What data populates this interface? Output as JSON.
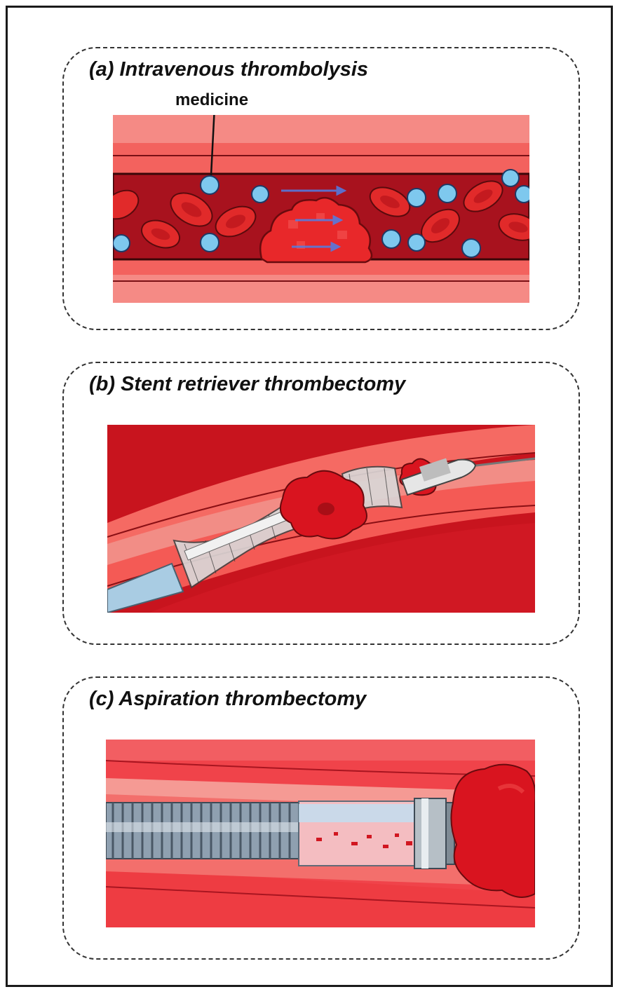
{
  "panels": [
    {
      "id": "a",
      "title": "(a) Intravenous thrombolysis",
      "label": "medicine"
    },
    {
      "id": "b",
      "title": "(b) Stent retriever thrombectomy"
    },
    {
      "id": "c",
      "title": "(c) Aspiration thrombectomy"
    }
  ],
  "colors": {
    "vessel_wall": "#f2635f",
    "vessel_wall_light": "#f58b86",
    "lumen": "#a8121e",
    "rbc": "#e12a2a",
    "medicine": "#7ec8ee",
    "clot": "#e8282a",
    "mesh": "#555555",
    "catheter": "#a9cce3"
  },
  "icons": [
    "red-blood-cell-icon",
    "medicine-particle-icon",
    "clot-icon",
    "stent-mesh-icon",
    "catheter-icon",
    "aspiration-tube-icon"
  ]
}
